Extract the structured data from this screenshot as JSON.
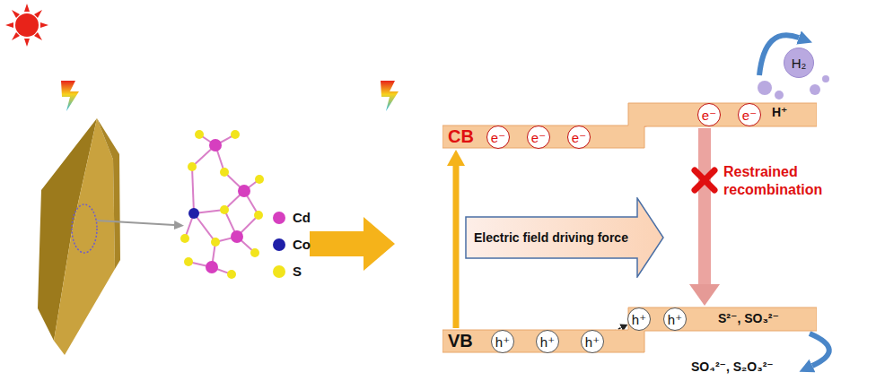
{
  "diagram": {
    "nodes": [
      {
        "text": [
          "CB"
        ]
      },
      {
        "text": [
          "e⁻"
        ],
        "in": 0
      },
      {
        "text": [
          "e⁻"
        ],
        "in": 0
      },
      {
        "text": [
          "e⁻"
        ],
        "in": 0
      },
      {
        "text": [
          "e⁻"
        ],
        "in": 0
      },
      {
        "text": [
          "e⁻"
        ],
        "in": 0
      },
      {
        "text": [
          "H₂"
        ]
      },
      {
        "text": [
          "Electric field driving force"
        ]
      },
      {
        "text": [
          "VB"
        ]
      },
      {
        "text": [
          "h⁺"
        ],
        "in": 8
      },
      {
        "text": [
          "h⁺"
        ],
        "in": 8
      },
      {
        "text": [
          "h⁺"
        ],
        "in": 8
      },
      {
        "text": [
          "h⁺"
        ],
        "in": 8
      },
      {
        "text": [
          "h⁺"
        ],
        "in": 8
      }
    ],
    "edges": [
      {
        "from": 4,
        "to": 3,
        "arrow": "to"
      },
      {
        "from": 8,
        "to": 0,
        "arrow": "to"
      },
      {
        "from": 0,
        "to": 8,
        "label": "Restrained recombination",
        "arrow": "to"
      },
      {
        "from": 11,
        "to": 12,
        "arrow": "to"
      }
    ],
    "labels": [
      "H⁺",
      "S²⁻, SO₃²⁻",
      "SO₄²⁻, S₂O₃²⁻"
    ],
    "legend": [
      {
        "text": "Cd",
        "color": "#d63fbf"
      },
      {
        "text": "Co",
        "color": "#1f1fa8"
      },
      {
        "text": "S",
        "color": "#f2e41c"
      }
    ]
  }
}
